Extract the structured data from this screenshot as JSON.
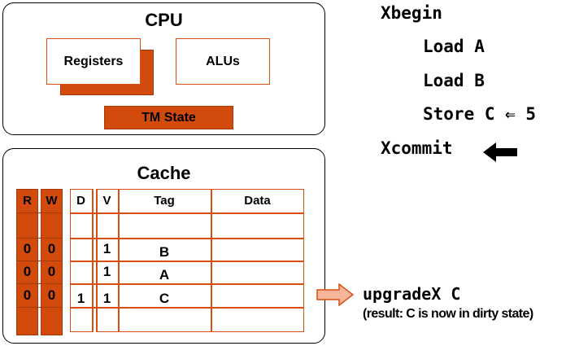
{
  "cpu": {
    "title": "CPU",
    "registers": "Registers",
    "alus": "ALUs",
    "tm_state": "TM State"
  },
  "code": {
    "lines": [
      "Xbegin",
      "Load A",
      "Load B",
      "Store C ⇐ 5",
      "Xcommit"
    ]
  },
  "cache": {
    "title": "Cache",
    "headers": {
      "r": "R",
      "w": "W",
      "d": "D",
      "v": "V",
      "tag": "Tag",
      "data": "Data"
    },
    "rows": [
      {
        "r": "",
        "w": "",
        "d": "",
        "v": "",
        "tag": "",
        "data": ""
      },
      {
        "r": "0",
        "w": "0",
        "d": "",
        "v": "1",
        "tag": "B",
        "data": ""
      },
      {
        "r": "0",
        "w": "0",
        "d": "",
        "v": "1",
        "tag": "A",
        "data": ""
      },
      {
        "r": "0",
        "w": "0",
        "d": "1",
        "v": "1",
        "tag": "C",
        "data": ""
      },
      {
        "r": "",
        "w": "",
        "d": "",
        "v": "",
        "tag": "",
        "data": ""
      }
    ]
  },
  "action": {
    "message": "upgradeX C",
    "note": "(result: C is now in dirty state)"
  },
  "colors": {
    "accent": "#d24a0c",
    "outline": "#d94f0f",
    "arrow_fill": "#f6b59a"
  }
}
